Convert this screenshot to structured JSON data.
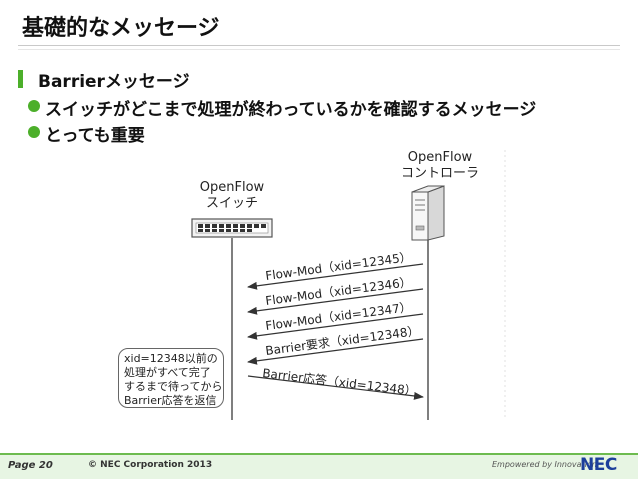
{
  "slide": {
    "title": "基礎的なメッセージ",
    "heading": "Barrierメッセージ",
    "bullets": [
      "スイッチがどこまで処理が終わっているかを確認するメッセージ",
      "とっても重要"
    ]
  },
  "diagram": {
    "switch_label_line1": "OpenFlow",
    "switch_label_line2": "スイッチ",
    "controller_label_line1": "OpenFlow",
    "controller_label_line2": "コントローラ",
    "messages": [
      {
        "text": "Flow-Mod（xid=12345）",
        "direction": "to-switch"
      },
      {
        "text": "Flow-Mod（xid=12346）",
        "direction": "to-switch"
      },
      {
        "text": "Flow-Mod（xid=12347）",
        "direction": "to-switch"
      },
      {
        "text": "Barrier要求（xid=12348）",
        "direction": "to-switch"
      },
      {
        "text": "Barrier応答（xid=12348）",
        "direction": "to-controller"
      }
    ],
    "note_lines": [
      "xid=12348以前の",
      "処理がすべて完了",
      "するまで待ってから",
      "Barrier応答を返信"
    ]
  },
  "footer": {
    "page": "Page 20",
    "copyright": "© NEC Corporation 2013",
    "tagline": "Empowered by Innovation",
    "logo": "NEC"
  },
  "colors": {
    "accent": "#4caf2a",
    "footer_band": "#e7f5e3",
    "logo": "#1d3f9b"
  }
}
